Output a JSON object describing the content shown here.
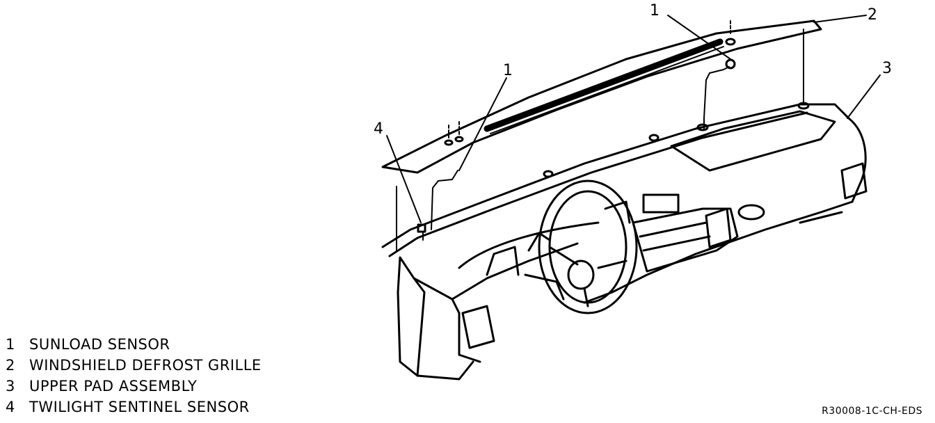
{
  "callouts": {
    "sunload_sensor_left": "1",
    "sunload_sensor_right": "1",
    "defrost_grille": "2",
    "upper_pad": "3",
    "twilight_sensor": "4"
  },
  "legend": [
    {
      "number": "1",
      "text": "SUNLOAD SENSOR"
    },
    {
      "number": "2",
      "text": "WINDSHIELD DEFROST GRILLE"
    },
    {
      "number": "3",
      "text": "UPPER PAD ASSEMBLY"
    },
    {
      "number": "4",
      "text": "TWILIGHT SENTINEL SENSOR"
    }
  ],
  "figure_id": "R30008-1C-CH-EDS"
}
